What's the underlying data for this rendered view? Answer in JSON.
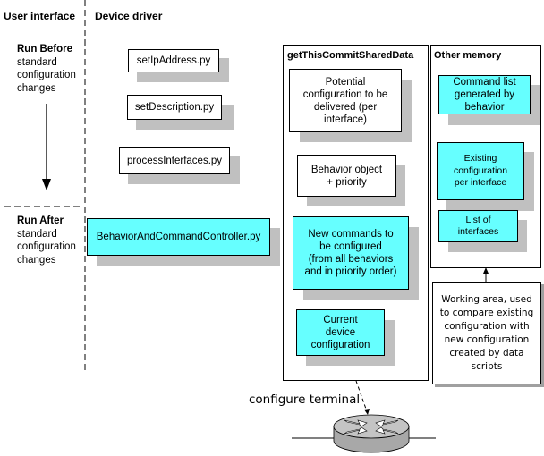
{
  "columns": {
    "user_interface": "User interface",
    "device_driver": "Device driver"
  },
  "phases": {
    "before": {
      "title": "Run Before",
      "lines": [
        "standard",
        "configuration",
        "changes"
      ]
    },
    "after": {
      "title": "Run After",
      "lines": [
        "standard",
        "configuration",
        "changes"
      ]
    }
  },
  "scripts": [
    {
      "label": "setIpAddress.py",
      "highlight": false
    },
    {
      "label": "setDescription.py",
      "highlight": false
    },
    {
      "label": "processInterfaces.py",
      "highlight": false
    },
    {
      "label": "BehaviorAndCommandController.py",
      "highlight": true
    }
  ],
  "shared_data": {
    "title": "getThisCommitSharedData",
    "items": [
      {
        "lines": [
          "Potential",
          "configuration to be",
          "delivered (per",
          "interface)"
        ],
        "highlight": false
      },
      {
        "lines": [
          "Behavior object",
          "+ priority"
        ],
        "highlight": false
      },
      {
        "lines": [
          "New commands to",
          "be configured",
          "(from all behaviors",
          "and in priority order)"
        ],
        "highlight": true
      },
      {
        "lines": [
          "Current",
          "device",
          "configuration"
        ],
        "highlight": true
      }
    ]
  },
  "other_memory": {
    "title": "Other memory",
    "items": [
      {
        "lines": [
          "Command list",
          "generated by",
          "behavior"
        ],
        "highlight": true
      },
      {
        "lines": [
          "Existing",
          "configuration",
          "per interface"
        ],
        "highlight": true
      },
      {
        "lines": [
          "List of",
          "interfaces"
        ],
        "highlight": true
      }
    ]
  },
  "working_area": {
    "lines": [
      "Working area, used",
      "to compare existing",
      "configuration with",
      "new configuration",
      "created by data",
      "scripts"
    ]
  },
  "device": {
    "caption": "configure terminal",
    "icon": "router-icon"
  },
  "colors": {
    "highlight": "#66ffff",
    "shadow": "#c0c0c0",
    "border": "#000000"
  }
}
